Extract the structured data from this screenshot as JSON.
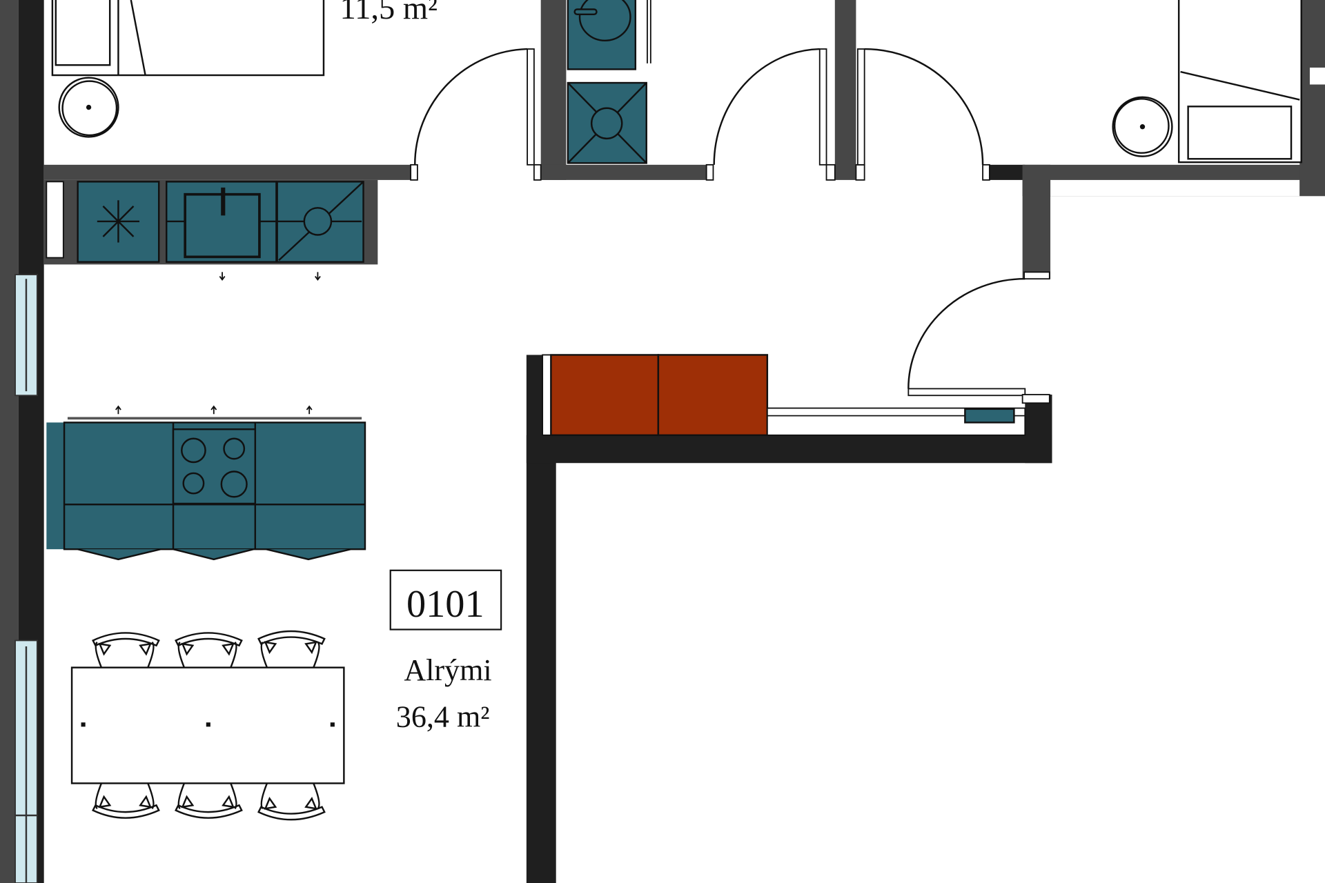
{
  "plan": {
    "unit_number": "0101",
    "rooms": [
      {
        "name": "Alrými",
        "area": "36,4 m²"
      },
      {
        "name": "",
        "area": "11,5 m²"
      }
    ]
  },
  "colors": {
    "wall_dark": "#1f1f1f",
    "wall_gray": "#474747",
    "fixture_teal": "#2c6472",
    "wardrobe_orange": "#9e2f06",
    "window_blue": "#cfe8ee"
  }
}
